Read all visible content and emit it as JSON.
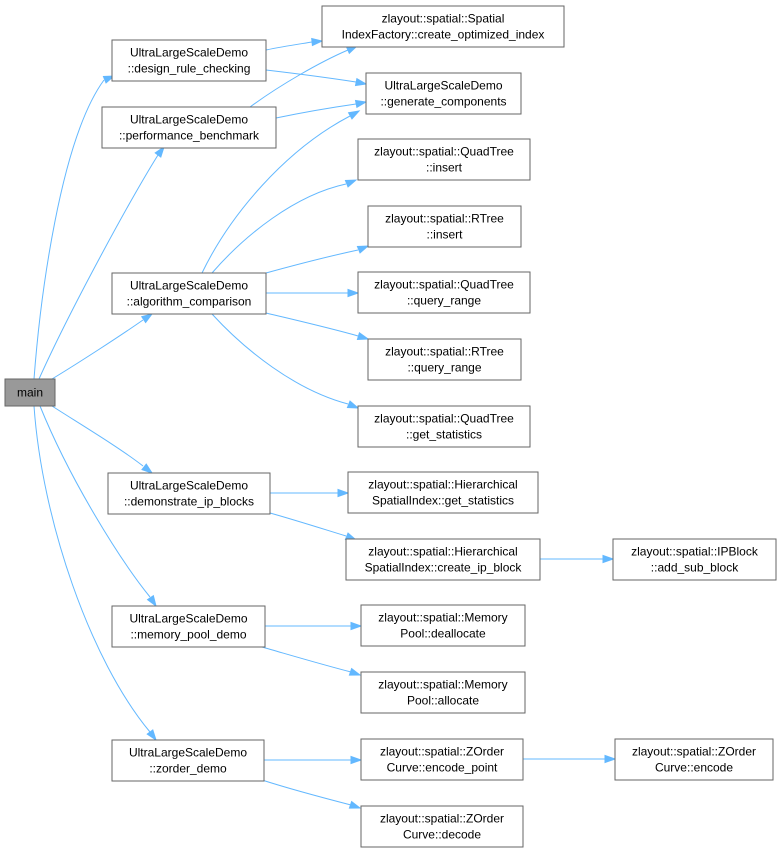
{
  "graph": {
    "nodes": [
      {
        "id": "main",
        "lines": [
          "main"
        ]
      },
      {
        "id": "design_rule_checking",
        "lines": [
          "UltraLargeScaleDemo",
          "::design_rule_checking"
        ]
      },
      {
        "id": "performance_benchmark",
        "lines": [
          "UltraLargeScaleDemo",
          "::performance_benchmark"
        ]
      },
      {
        "id": "algorithm_comparison",
        "lines": [
          "UltraLargeScaleDemo",
          "::algorithm_comparison"
        ]
      },
      {
        "id": "demonstrate_ip_blocks",
        "lines": [
          "UltraLargeScaleDemo",
          "::demonstrate_ip_blocks"
        ]
      },
      {
        "id": "memory_pool_demo",
        "lines": [
          "UltraLargeScaleDemo",
          "::memory_pool_demo"
        ]
      },
      {
        "id": "zorder_demo",
        "lines": [
          "UltraLargeScaleDemo",
          "::zorder_demo"
        ]
      },
      {
        "id": "create_optimized_index",
        "lines": [
          "zlayout::spatial::Spatial",
          "IndexFactory::create_optimized_index"
        ]
      },
      {
        "id": "generate_components",
        "lines": [
          "UltraLargeScaleDemo",
          "::generate_components"
        ]
      },
      {
        "id": "quadtree_insert",
        "lines": [
          "zlayout::spatial::QuadTree",
          "::insert"
        ]
      },
      {
        "id": "rtree_insert",
        "lines": [
          "zlayout::spatial::RTree",
          "::insert"
        ]
      },
      {
        "id": "quadtree_query_range",
        "lines": [
          "zlayout::spatial::QuadTree",
          "::query_range"
        ]
      },
      {
        "id": "rtree_query_range",
        "lines": [
          "zlayout::spatial::RTree",
          "::query_range"
        ]
      },
      {
        "id": "quadtree_get_statistics",
        "lines": [
          "zlayout::spatial::QuadTree",
          "::get_statistics"
        ]
      },
      {
        "id": "hier_get_statistics",
        "lines": [
          "zlayout::spatial::Hierarchical",
          "SpatialIndex::get_statistics"
        ]
      },
      {
        "id": "hier_create_ip_block",
        "lines": [
          "zlayout::spatial::Hierarchical",
          "SpatialIndex::create_ip_block"
        ]
      },
      {
        "id": "ipblock_add_sub_block",
        "lines": [
          "zlayout::spatial::IPBlock",
          "::add_sub_block"
        ]
      },
      {
        "id": "mempool_deallocate",
        "lines": [
          "zlayout::spatial::Memory",
          "Pool::deallocate"
        ]
      },
      {
        "id": "mempool_allocate",
        "lines": [
          "zlayout::spatial::Memory",
          "Pool::allocate"
        ]
      },
      {
        "id": "zorder_encode_point",
        "lines": [
          "zlayout::spatial::ZOrder",
          "Curve::encode_point"
        ]
      },
      {
        "id": "zorder_encode",
        "lines": [
          "zlayout::spatial::ZOrder",
          "Curve::encode"
        ]
      },
      {
        "id": "zorder_decode",
        "lines": [
          "zlayout::spatial::ZOrder",
          "Curve::decode"
        ]
      }
    ],
    "edges": [
      {
        "from": "main",
        "to": "design_rule_checking"
      },
      {
        "from": "main",
        "to": "performance_benchmark"
      },
      {
        "from": "main",
        "to": "algorithm_comparison"
      },
      {
        "from": "main",
        "to": "demonstrate_ip_blocks"
      },
      {
        "from": "main",
        "to": "memory_pool_demo"
      },
      {
        "from": "main",
        "to": "zorder_demo"
      },
      {
        "from": "design_rule_checking",
        "to": "create_optimized_index"
      },
      {
        "from": "design_rule_checking",
        "to": "generate_components"
      },
      {
        "from": "performance_benchmark",
        "to": "create_optimized_index"
      },
      {
        "from": "performance_benchmark",
        "to": "generate_components"
      },
      {
        "from": "algorithm_comparison",
        "to": "generate_components"
      },
      {
        "from": "algorithm_comparison",
        "to": "quadtree_insert"
      },
      {
        "from": "algorithm_comparison",
        "to": "rtree_insert"
      },
      {
        "from": "algorithm_comparison",
        "to": "quadtree_query_range"
      },
      {
        "from": "algorithm_comparison",
        "to": "rtree_query_range"
      },
      {
        "from": "algorithm_comparison",
        "to": "quadtree_get_statistics"
      },
      {
        "from": "demonstrate_ip_blocks",
        "to": "hier_get_statistics"
      },
      {
        "from": "demonstrate_ip_blocks",
        "to": "hier_create_ip_block"
      },
      {
        "from": "hier_create_ip_block",
        "to": "ipblock_add_sub_block"
      },
      {
        "from": "memory_pool_demo",
        "to": "mempool_deallocate"
      },
      {
        "from": "memory_pool_demo",
        "to": "mempool_allocate"
      },
      {
        "from": "zorder_demo",
        "to": "zorder_encode_point"
      },
      {
        "from": "zorder_demo",
        "to": "zorder_decode"
      },
      {
        "from": "zorder_encode_point",
        "to": "zorder_encode"
      }
    ]
  },
  "colors": {
    "edge": "#63b8ff",
    "node_border": "#666666",
    "root_fill": "#999999",
    "node_fill": "#ffffff",
    "text": "#000000"
  }
}
